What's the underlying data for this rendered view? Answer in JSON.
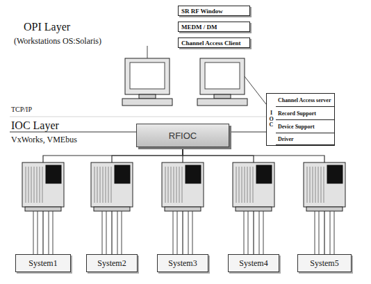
{
  "diagram": {
    "nodes": [
      {
        "text": [
          "SR RF Window"
        ]
      },
      {
        "text": [
          "MEDM / DM"
        ]
      },
      {
        "text": [
          "Channel Access Client"
        ]
      },
      {
        "text": [
          "IOC"
        ]
      },
      {
        "text": [
          "Channel Access server"
        ],
        "in": 3
      },
      {
        "text": [
          "Record Support"
        ],
        "in": 3
      },
      {
        "text": [
          "Device Support"
        ],
        "in": 3
      },
      {
        "text": [
          "Driver"
        ],
        "in": 3
      },
      {
        "text": [
          "RFIOC"
        ]
      },
      {
        "text": [
          "System1"
        ]
      },
      {
        "text": [
          "System2"
        ]
      },
      {
        "text": [
          "System3"
        ]
      },
      {
        "text": [
          "System4"
        ]
      },
      {
        "text": [
          "System5"
        ]
      }
    ],
    "edges": [
      {
        "from": 8,
        "to": 9,
        "arrow": "none"
      },
      {
        "from": 8,
        "to": 10,
        "arrow": "none"
      },
      {
        "from": 8,
        "to": 11,
        "arrow": "none"
      },
      {
        "from": 8,
        "to": 12,
        "arrow": "none"
      },
      {
        "from": 8,
        "to": 13,
        "arrow": "none"
      }
    ],
    "labels": [
      "OPI Layer",
      "(Workstations OS:Solaris)",
      "TCP/IP",
      "IOC Layer",
      "VxWorks, VMEbus"
    ]
  }
}
